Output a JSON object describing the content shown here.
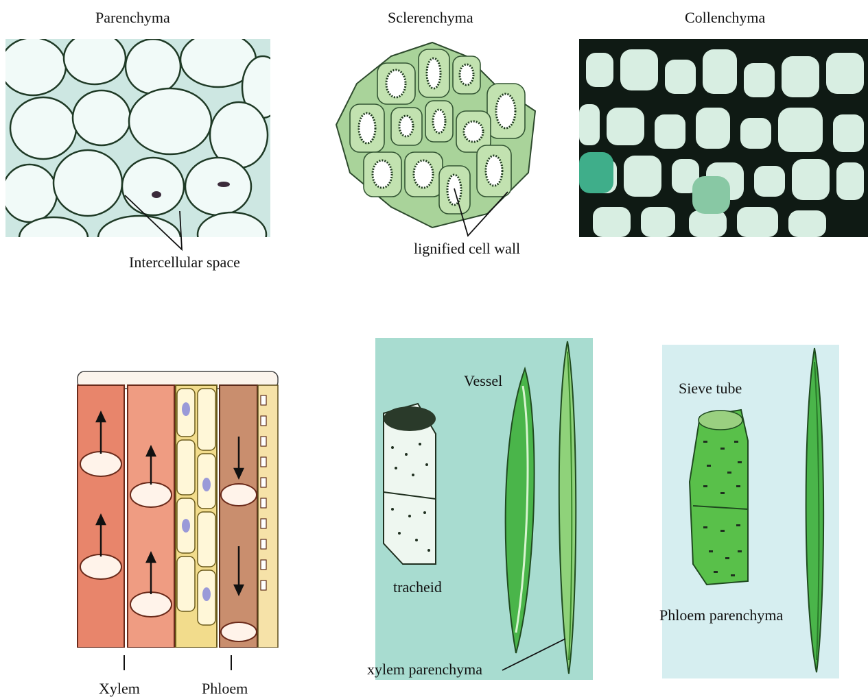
{
  "titles": {
    "parenchyma": "Parenchyma",
    "sclerenchyma": "Sclerenchyma",
    "collenchyma": "Collenchyma"
  },
  "labels": {
    "intercellular_space": "Intercellular space",
    "lignified_cell_wall": "lignified cell wall",
    "xylem": "Xylem",
    "phloem": "Phloem",
    "vessel": "Vessel",
    "tracheid": "tracheid",
    "xylem_parenchyma": "xylem parenchyma",
    "sieve_tube": "Sieve tube",
    "phloem_parenchyma": "Phloem parenchyma"
  },
  "colors": {
    "parenchyma_bg": "#cfe8e4",
    "cell_wall_green": "#4f9a52",
    "sclerenchyma_cell": "#a9d39a",
    "collenchyma_bg": "#0f1a14",
    "collenchyma_cell": "#d8eee2",
    "xylem_red": "#e8856b",
    "phloem_yellow": "#f2dc8c",
    "phloem_brown": "#c98e6e",
    "panel_teal": "#a8dcd0",
    "panel_light": "#d6eef0",
    "green_element": "#3fae3a"
  }
}
